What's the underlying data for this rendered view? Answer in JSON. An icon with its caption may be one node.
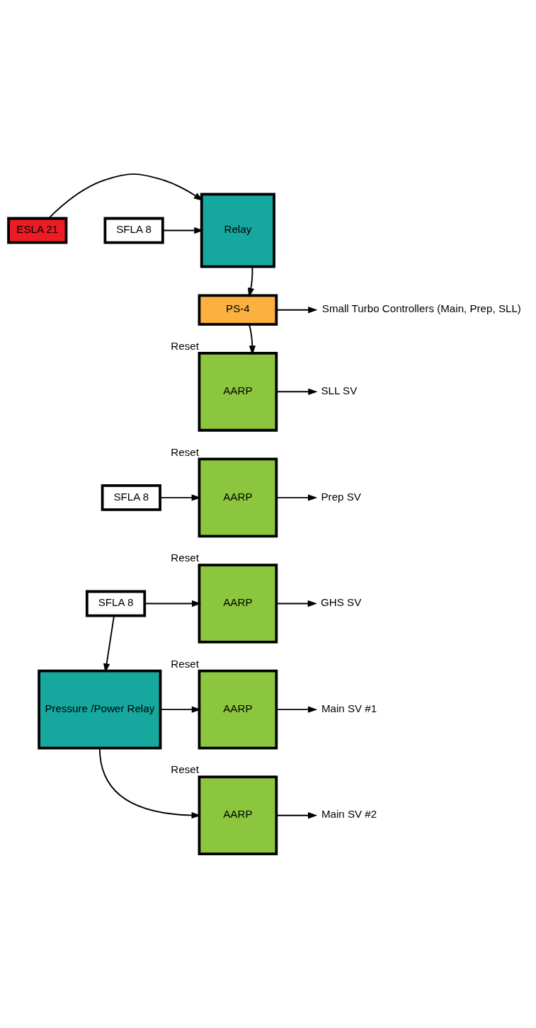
{
  "diagram": {
    "nodes": [
      {
        "text": [
          "Relay"
        ]
      },
      {
        "text": [
          "ESLA 21"
        ]
      },
      {
        "text": [
          "SFLA 8"
        ]
      },
      {
        "text": [
          "PS-4"
        ]
      },
      {
        "text": [
          "Small Turbo Controllers (Main, Prep, SLL)"
        ]
      },
      {
        "text": [
          "AARP"
        ],
        "beside": [
          "Reset"
        ]
      },
      {
        "text": [
          "SLL SV"
        ]
      },
      {
        "text": [
          "AARP"
        ],
        "beside": [
          "Reset"
        ]
      },
      {
        "text": [
          "SFLA 8"
        ]
      },
      {
        "text": [
          "Prep SV"
        ]
      },
      {
        "text": [
          "AARP"
        ],
        "beside": [
          "Reset"
        ]
      },
      {
        "text": [
          "SFLA 8"
        ]
      },
      {
        "text": [
          "GHS SV"
        ]
      },
      {
        "text": [
          "Pressure /Power Relay"
        ]
      },
      {
        "text": [
          "AARP"
        ],
        "beside": [
          "Reset"
        ]
      },
      {
        "text": [
          "Main SV #1"
        ]
      },
      {
        "text": [
          "AARP"
        ],
        "beside": [
          "Reset"
        ]
      },
      {
        "text": [
          "Main SV #2"
        ]
      }
    ],
    "edges": [
      {
        "from": 1,
        "to": 0,
        "arrow": "to"
      },
      {
        "from": 2,
        "to": 0,
        "arrow": "to"
      },
      {
        "from": 0,
        "to": 3,
        "arrow": "to"
      },
      {
        "from": 3,
        "to": 4,
        "arrow": "to"
      },
      {
        "from": 3,
        "to": 5,
        "arrow": "to"
      },
      {
        "from": 5,
        "to": 6,
        "arrow": "to"
      },
      {
        "from": 8,
        "to": 7,
        "arrow": "to"
      },
      {
        "from": 7,
        "to": 9,
        "arrow": "to"
      },
      {
        "from": 11,
        "to": 10,
        "arrow": "to"
      },
      {
        "from": 10,
        "to": 12,
        "arrow": "to"
      },
      {
        "from": 11,
        "to": 13,
        "arrow": "to"
      },
      {
        "from": 13,
        "to": 14,
        "arrow": "to"
      },
      {
        "from": 13,
        "to": 16,
        "arrow": "to"
      },
      {
        "from": 14,
        "to": 15,
        "arrow": "to"
      },
      {
        "from": 16,
        "to": 17,
        "arrow": "to"
      }
    ]
  }
}
